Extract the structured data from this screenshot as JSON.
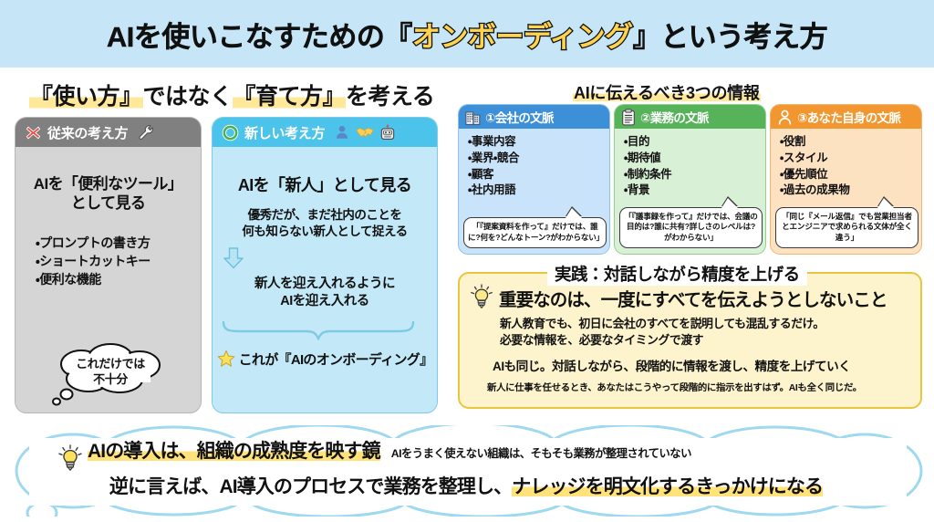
{
  "title": {
    "pre": "AIを使いこなすための『",
    "highlight": "オンボーディング",
    "post": "』という考え方"
  },
  "left_section": {
    "heading_a": "『使い方』",
    "heading_b": "ではなく",
    "heading_c": "『育て方』",
    "heading_d": "を考える",
    "old_card": {
      "icon": "cross-mark-icon",
      "tool_icon": "wrench-icon",
      "head": "従来の考え方",
      "title_line1": "AIを「便利なツール」",
      "title_line2": "として見る",
      "list": [
        "・プロンプトの書き方",
        "・ショートカットキー",
        "・便利な機能"
      ],
      "thought_line1": "これだけでは",
      "thought_line2": "不十分"
    },
    "new_card": {
      "icon": "circle-mark-icon",
      "person_icon": "person-icon",
      "handshake_icon": "handshake-icon",
      "robot_icon": "robot-icon",
      "head": "新しい考え方",
      "title": "AIを「新人」として見る",
      "sub_line1": "優秀だが、まだ社内のことを",
      "sub_line2": "何も知らない新人として捉える",
      "arrow_icon": "down-arrow-icon",
      "result_line1": "新人を迎え入れるように",
      "result_line2": "AIを迎え入れる",
      "star_icon": "star-icon",
      "conclusion": "これが『AIのオンボーディング』"
    }
  },
  "right_section": {
    "heading": "AIに伝えるべき3つの情報",
    "cards": [
      {
        "icon": "office-building-icon",
        "head": "①会社の文脈",
        "items": [
          "・事業内容",
          "・業界・競合",
          "・顧客",
          "・社内用語"
        ],
        "bubble": "「『提案資料を作って』だけでは、誰に?何を?どんなトーン?がわからない」",
        "accent": "#3d8fd8"
      },
      {
        "icon": "clipboard-icon",
        "head": "②業務の文脈",
        "items": [
          "・目的",
          "・期待値",
          "・制約条件",
          "・背景"
        ],
        "bubble": "「『議事録を作って』だけでは、会議の目的は?誰に共有?詳しさのレベルは?がわからない」",
        "accent": "#56b35a"
      },
      {
        "icon": "person-bust-icon",
        "head": "③あなた自身の文脈",
        "items": [
          "・役割",
          "・スタイル",
          "・優先順位",
          "・過去の成果物"
        ],
        "bubble": "「同じ『メール返信』でも営業担当者とエンジニアで求められる文体が全く違う」",
        "accent": "#f2962f"
      }
    ]
  },
  "practice": {
    "heading": "実践：対話しながら精度を上げる",
    "bulb_icon": "lightbulb-icon",
    "main": "重要なのは、一度にすべてを伝えようとしないこと",
    "note_line1": "新人教育でも、初日に会社のすべてを説明しても混乱するだけ。",
    "note_line2": "必要な情報を、必要なタイミングで渡す",
    "ai_line": "AIも同じ。対話しながら、段階的に情報を渡し、精度を上げていく",
    "foot_line": "新人に仕事を任せるとき、あなたはこうやって段階的に指示を出すはず。AIも全く同じだ。"
  },
  "bottom_banner": {
    "bulb_icon": "lightbulb-icon",
    "line1_main": "AIの導入は、組織の成熟度を映す鏡",
    "line1_sub": "AIをうまく使えない組織は、そもそも業務が整理されていない",
    "line2_pre": "逆に言えば、AI導入のプロセスで業務を整理し、",
    "line2_mark": "ナレッジを明文化するきっかけになる"
  },
  "colors": {
    "banner_blue": "#c6e6f7",
    "highlight_yellow": "#ffd34d",
    "marker_yellow": "#ffe27a",
    "gray_card": "#d5d5d5",
    "gray_head": "#808080",
    "blue_card": "#c3e9f8",
    "blue_head": "#4cc3ea",
    "practice_bg": "#fdf3cc",
    "practice_border": "#e8c63f",
    "ctx_blue": "#3d8fd8",
    "ctx_green": "#56b35a",
    "ctx_orange": "#f2962f"
  }
}
